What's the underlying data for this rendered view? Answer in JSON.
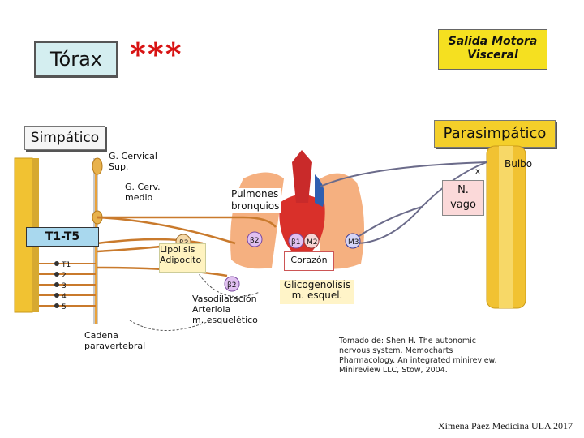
{
  "title": "Tórax",
  "stars": "***",
  "salida_motora": [
    "Salida Motora",
    "Visceral"
  ],
  "simpatico": "Simpático",
  "parasimpatico": "Parasimpático",
  "t1_t5": "T1-T5",
  "labels": {
    "g_cervical_sup": [
      "G. Cervical",
      "Sup."
    ],
    "g_cerv_medio": [
      "G. Cerv.",
      "medio"
    ],
    "pulmones": [
      "Pulmones",
      "bronquios"
    ],
    "bulbo": "Bulbo",
    "x": "x",
    "n_vago": [
      "N.",
      "vago"
    ],
    "lipolisis": [
      "Lipolisis",
      "Adipocito"
    ],
    "corazon": "Corazón",
    "glicogenolisis": [
      "Glicogenolisis",
      "m. esquel."
    ],
    "vasodilatacion": [
      "Vasodilatación",
      "Arteriola",
      "m. esquelético"
    ],
    "cadena": [
      "Cadena",
      "paravertebral"
    ]
  },
  "receptors": [
    "β3",
    "β2",
    "β1",
    "M2",
    "M3",
    "β2"
  ],
  "spinal_levels": [
    "T1",
    "2",
    "3",
    "4",
    "5"
  ],
  "credit": "Tomado de: Shen H. The autonomic nervous system. Memocharts Pharmacology. An integrated minireview. Minireview LLC, Stow, 2004.",
  "footer": "Ximena Páez Medicina ULA 2017",
  "colors": {
    "nerve_orange": "#c97a2c",
    "nerve_gray": "#6b6b8a",
    "cord_yellow": "#f1c232",
    "heart_red": "#d9302a",
    "lung_orange": "#f3a26a"
  }
}
